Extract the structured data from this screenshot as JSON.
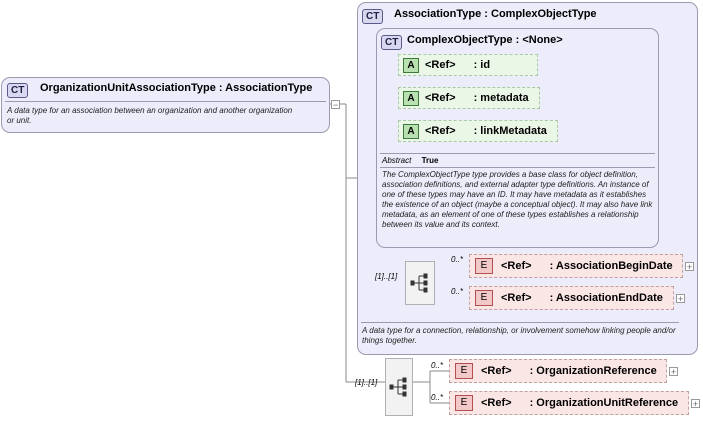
{
  "root": {
    "badge": "CT",
    "name": "OrganizationUnitAssociationType",
    "base": ": AssociationType",
    "description": "A data type for an association between an organization and another organization or unit."
  },
  "association_type": {
    "badge": "CT",
    "name": "AssociationType",
    "base": ": ComplexObjectType",
    "description": "A data type for a connection, relationship, or involvement somehow linking people and/or things together."
  },
  "complex_object_type": {
    "badge": "CT",
    "name": "ComplexObjectType",
    "base": ": <None>",
    "attributes": [
      {
        "tag": "A",
        "ref": "<Ref>",
        "name": ": id"
      },
      {
        "tag": "A",
        "ref": "<Ref>",
        "name": ": metadata"
      },
      {
        "tag": "A",
        "ref": "<Ref>",
        "name": ": linkMetadata"
      }
    ],
    "abstract_label": "Abstract",
    "abstract_value": "True",
    "description": "The ComplexObjectType type provides a base class for object definition, association definitions, and external adapter type definitions. An instance of one of these types may have an ID. It may have metadata as it establishes the existence of an object (maybe a conceptual object). It may also have link metadata, as an element of one of these types establishes a relationship between its value and its context."
  },
  "association_sequence": {
    "cardinality": "[1]..[1]",
    "elements": [
      {
        "tag": "E",
        "ref": "<Ref>",
        "name": ": AssociationBeginDate",
        "cardinality": "0..*"
      },
      {
        "tag": "E",
        "ref": "<Ref>",
        "name": ": AssociationEndDate",
        "cardinality": "0..*"
      }
    ]
  },
  "root_sequence": {
    "cardinality": "[1]..[1]",
    "elements": [
      {
        "tag": "E",
        "ref": "<Ref>",
        "name": ": OrganizationReference",
        "cardinality": "0..*"
      },
      {
        "tag": "E",
        "ref": "<Ref>",
        "name": ": OrganizationUnitReference",
        "cardinality": "0..*"
      }
    ]
  },
  "colors": {
    "type_panel": "#ececfb",
    "attribute_bg": "#eaf6e6",
    "element_bg": "#fbe6e6",
    "border": "#9a9ab0"
  },
  "icons": {
    "expand": "plus-box",
    "collapse": "minus-box",
    "sequence": "sequence-icon"
  }
}
